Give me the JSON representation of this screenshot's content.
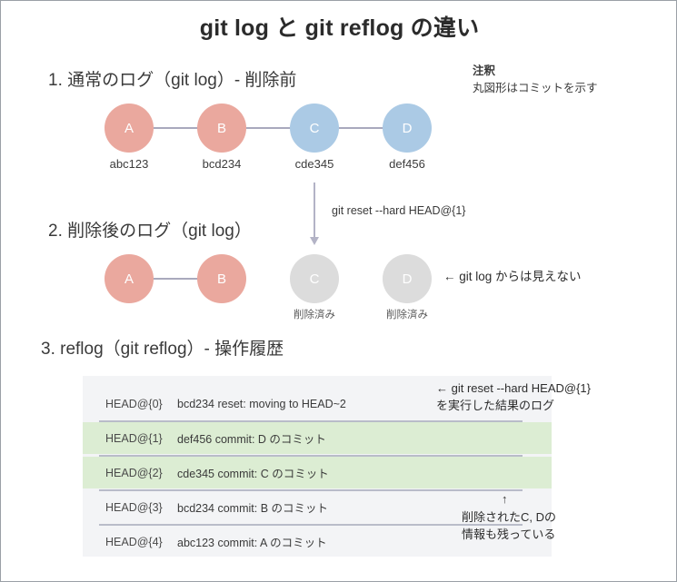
{
  "title": "git log と git reflog の違い",
  "legend": {
    "heading": "注釈",
    "text": "丸図形はコミットを示す"
  },
  "sections": [
    {
      "heading": "1. 通常のログ（git log）- 削除前"
    },
    {
      "heading": "2. 削除後のログ（git log）"
    },
    {
      "heading": "3. reflog（git reflog）- 操作履歴"
    }
  ],
  "graph_before": {
    "nodes": [
      {
        "letter": "A",
        "hash": "abc123",
        "color": "salmon"
      },
      {
        "letter": "B",
        "hash": "bcd234",
        "color": "salmon"
      },
      {
        "letter": "C",
        "hash": "cde345",
        "color": "blue"
      },
      {
        "letter": "D",
        "hash": "def456",
        "color": "blue"
      }
    ]
  },
  "reset_arrow": {
    "label": "git reset --hard HEAD@{1}"
  },
  "graph_after": {
    "nodes": [
      {
        "letter": "A",
        "sub": "",
        "color": "salmon"
      },
      {
        "letter": "B",
        "sub": "",
        "color": "salmon"
      },
      {
        "letter": "C",
        "sub": "削除済み",
        "color": "grey"
      },
      {
        "letter": "D",
        "sub": "削除済み",
        "color": "grey"
      }
    ],
    "annotation": "← git log からは見えない"
  },
  "reflog": {
    "rows": [
      {
        "ref": "HEAD@{0}",
        "message": "bcd234 reset: moving to HEAD~2",
        "highlight": false
      },
      {
        "ref": "HEAD@{1}",
        "message": "def456 commit: D のコミット",
        "highlight": true
      },
      {
        "ref": "HEAD@{2}",
        "message": "cde345 commit: C のコミット",
        "highlight": true
      },
      {
        "ref": "HEAD@{3}",
        "message": "bcd234 commit: B のコミット",
        "highlight": false
      },
      {
        "ref": "HEAD@{4}",
        "message": "abc123 commit: A のコミット",
        "highlight": false
      }
    ],
    "annotation_top": "← git reset --hard HEAD@{1}\n を実行した結果のログ",
    "annotation_bottom_arrow": "↑",
    "annotation_bottom": "削除されたC, Dの\n情報も残っている"
  },
  "colors": {
    "salmon": "#eaa89e",
    "blue": "#abcae5",
    "grey": "#dcdcdc",
    "edge": "#a9a9bd",
    "panel_bg": "#f3f4f6",
    "row_highlight": "#dcedd3"
  }
}
